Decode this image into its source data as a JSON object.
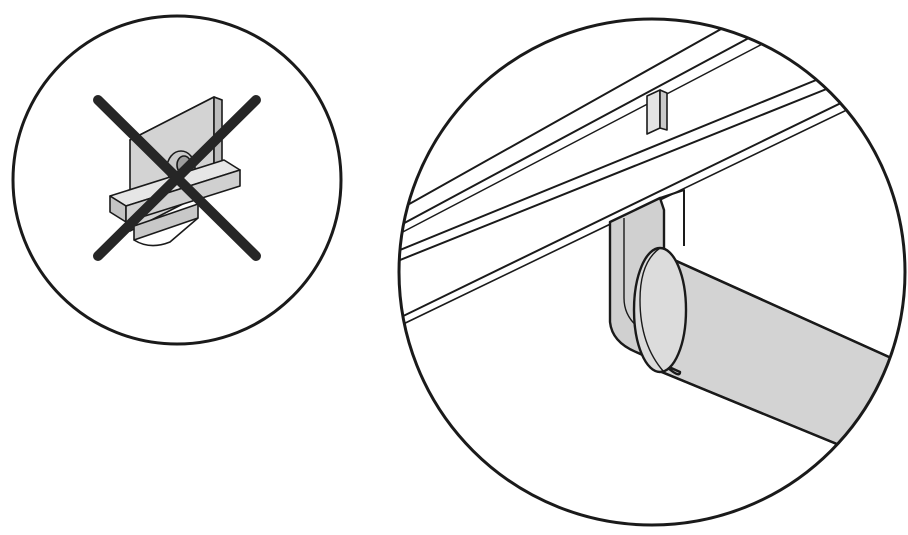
{
  "diagram": {
    "panels": [
      {
        "id": "incorrect",
        "status": "not-allowed",
        "icon": "cross-mark-icon",
        "subject": "spacer-clip-part"
      },
      {
        "id": "correct",
        "status": "allowed",
        "icon": "rail-bracket-detail",
        "subject": "rail-with-support-bracket"
      }
    ],
    "colors": {
      "background": "#ffffff",
      "outline": "#1a1a1a",
      "part_fill": "#d6d6d6",
      "part_dark": "#bdbdbd",
      "cross": "#262626"
    }
  }
}
